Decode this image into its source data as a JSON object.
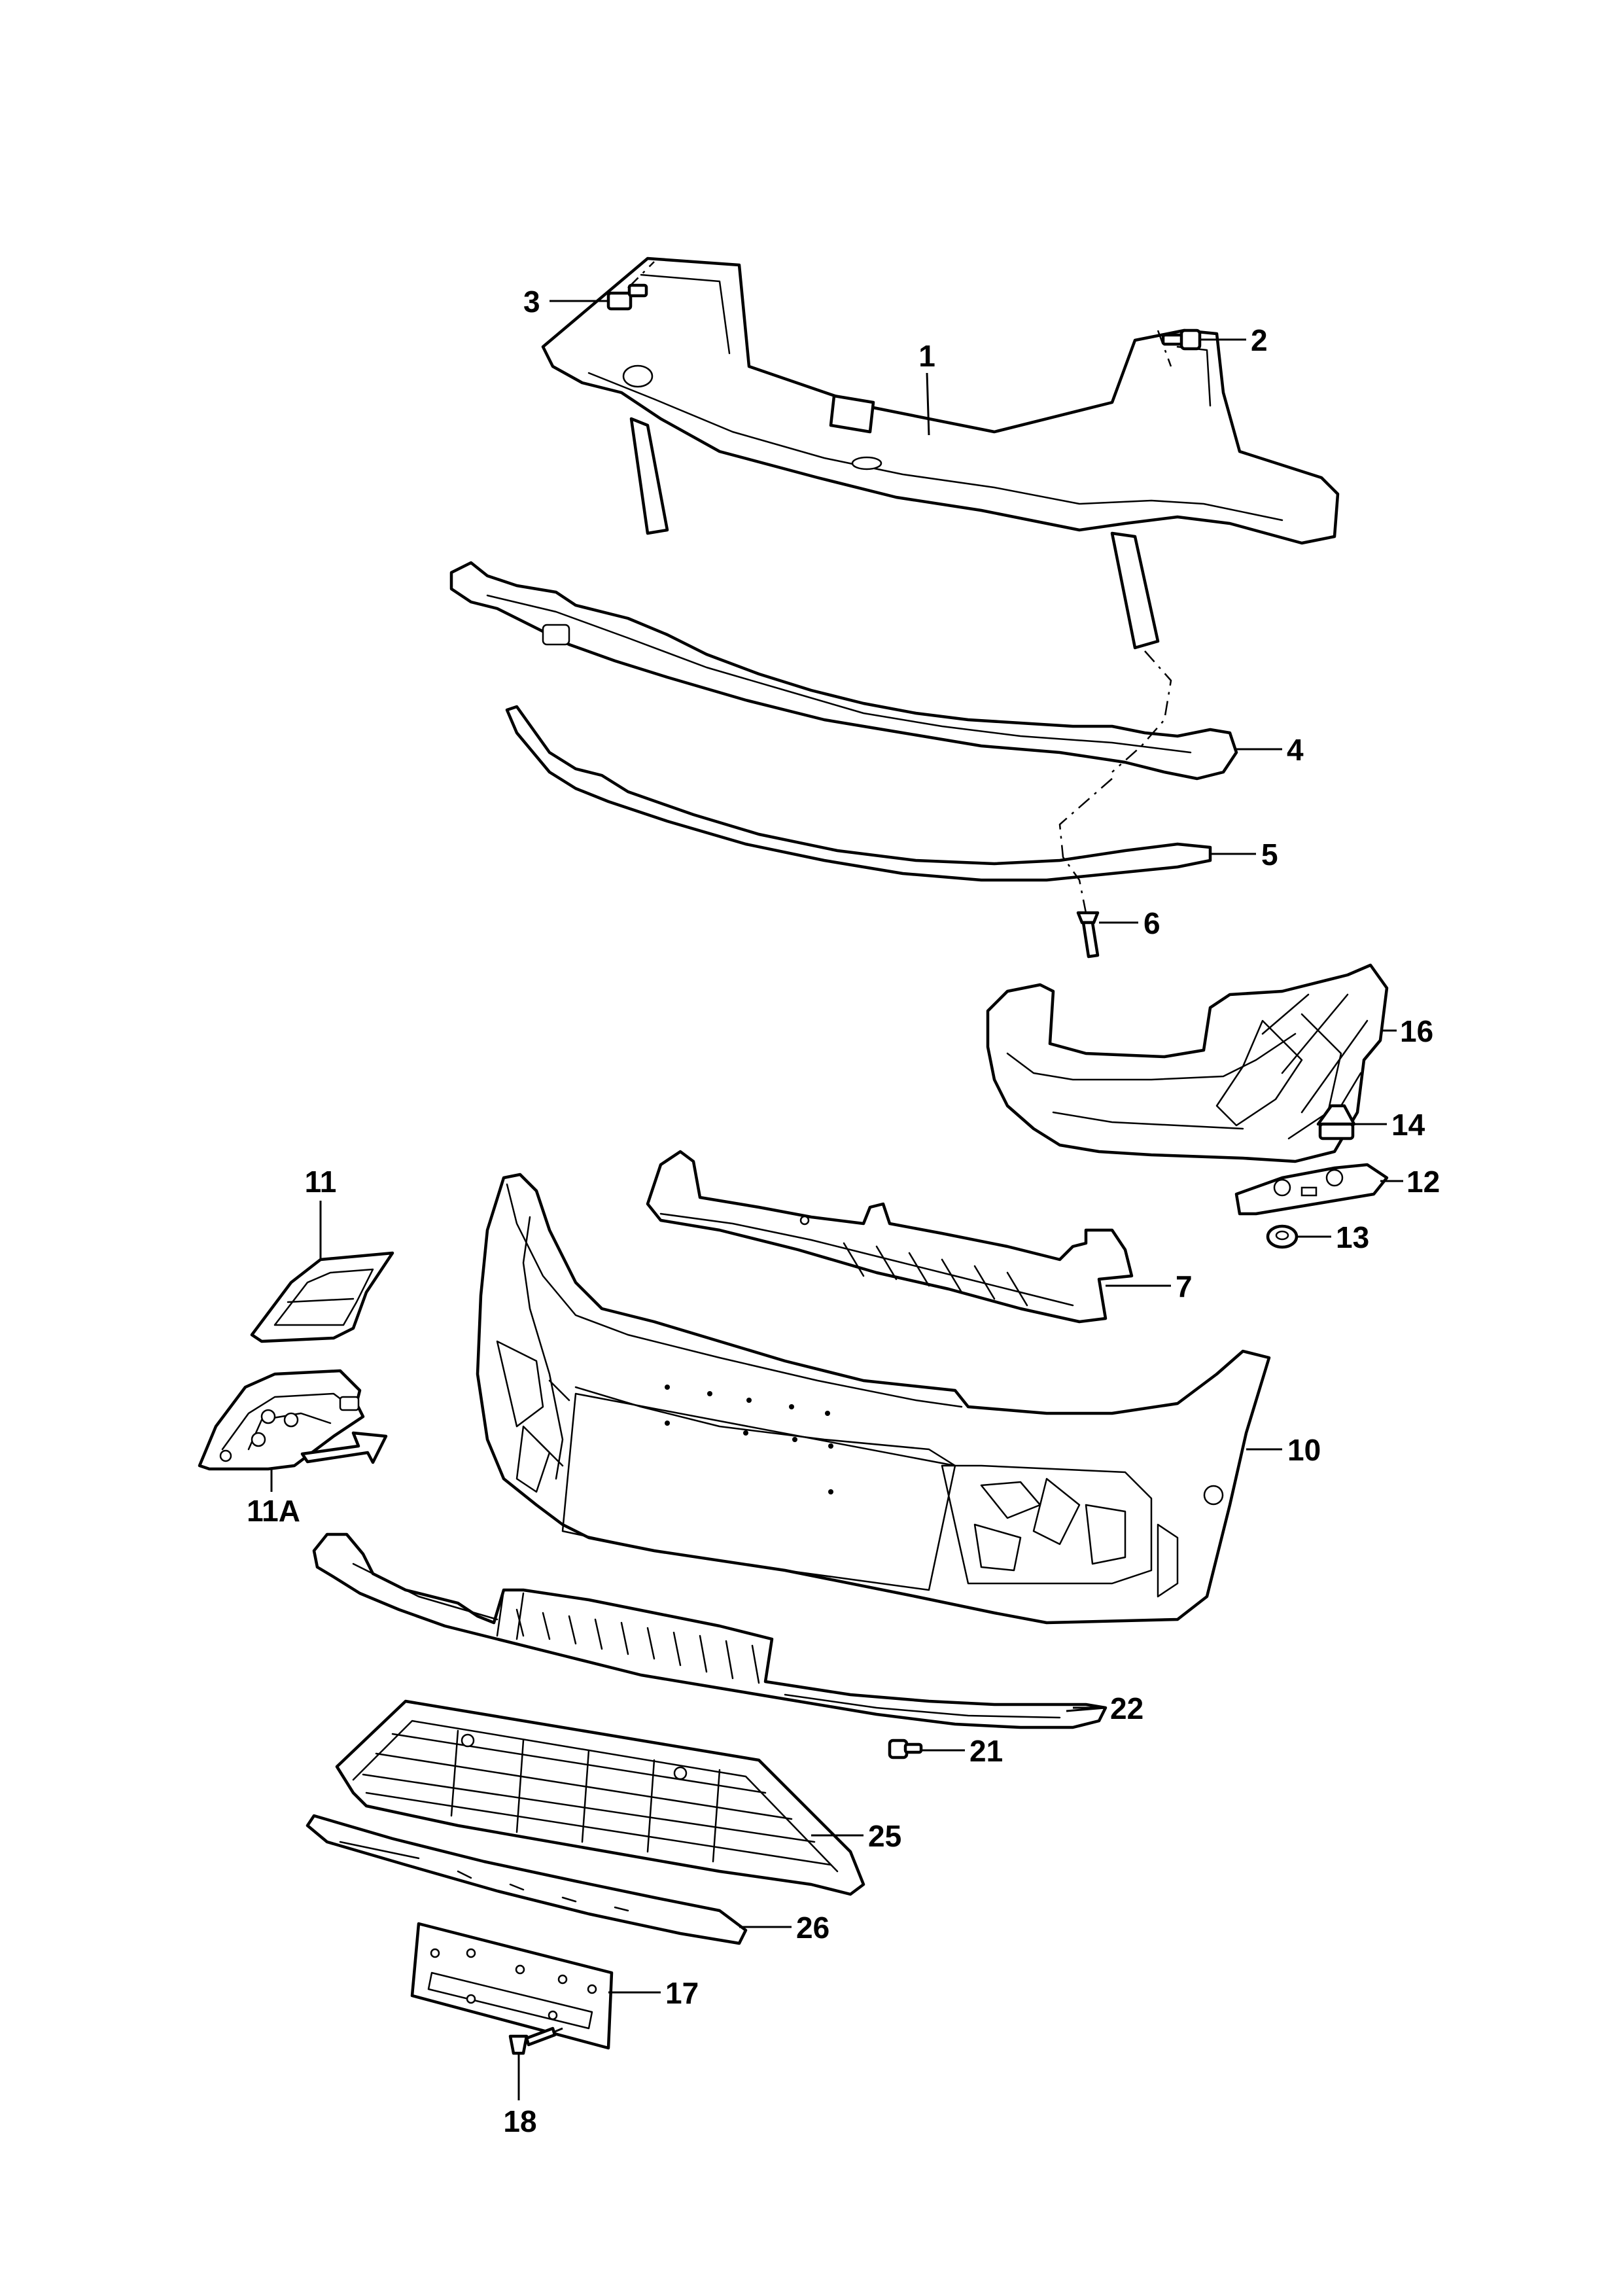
{
  "callouts": {
    "c1": "1",
    "c2": "2",
    "c3": "3",
    "c4": "4",
    "c5": "5",
    "c6": "6",
    "c7": "7",
    "c10": "10",
    "c11": "11",
    "c11a": "11A",
    "c12": "12",
    "c13": "13",
    "c14": "14",
    "c16": "16",
    "c17": "17",
    "c18": "18",
    "c21": "21",
    "c22": "22",
    "c25": "25",
    "c26": "26"
  },
  "colors": {
    "line": "#000000",
    "background": "#ffffff"
  }
}
